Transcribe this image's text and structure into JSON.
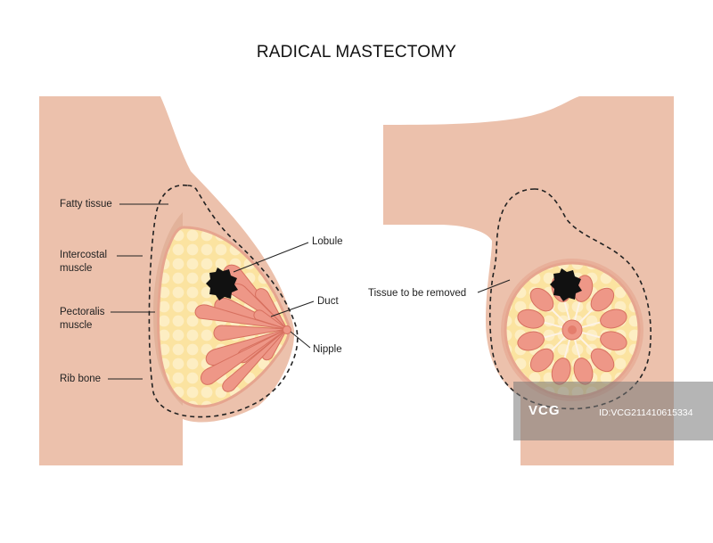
{
  "title": "RADICAL MASTECTOMY",
  "colors": {
    "skin": "#ecc1ac",
    "skin_dark": "#dba58c",
    "fat": "#fbe3a0",
    "fat_cell": "#fdeec3",
    "gland": "#ee9787",
    "tumor": "#111111",
    "line": "#222222"
  },
  "side_view": {
    "labels": {
      "fatty_tissue": "Fatty tissue",
      "intercostal_1": "Intercostal",
      "intercostal_2": "muscle",
      "pectoralis_1": "Pectoralis",
      "pectoralis_2": "muscle",
      "rib_bone": "Rib bone",
      "lobule": "Lobule",
      "duct": "Duct",
      "nipple": "Nipple"
    }
  },
  "front_view": {
    "labels": {
      "tissue_removed": "Tissue to be removed"
    }
  },
  "watermark": {
    "logo": "VCG",
    "id": "ID:VCG211410615334"
  }
}
